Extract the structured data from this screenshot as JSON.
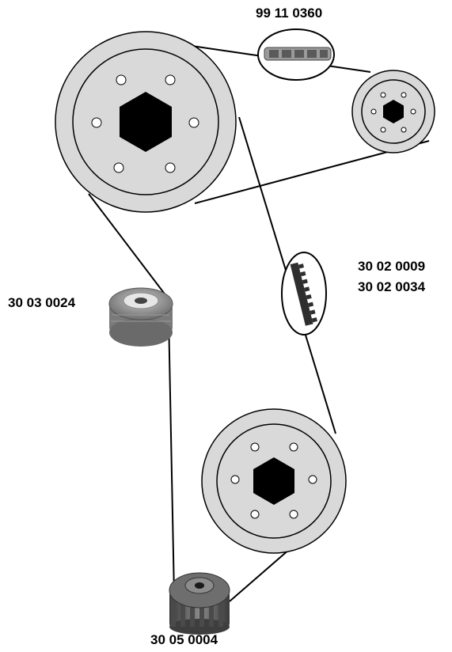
{
  "labels": {
    "chain_part": "99 11 0360",
    "belt_part_1": "30 02 0009",
    "belt_part_2": "30 02 0034",
    "tensioner_part": "30 03 0024",
    "crank_gear_part": "30 05 0004"
  },
  "colors": {
    "pulley_fill": "#d9d9d9",
    "hub_fill": "#000000",
    "line": "#000000",
    "gear_fill": "#5c5c5c",
    "tensioner_fill": "#8a8a8a"
  }
}
